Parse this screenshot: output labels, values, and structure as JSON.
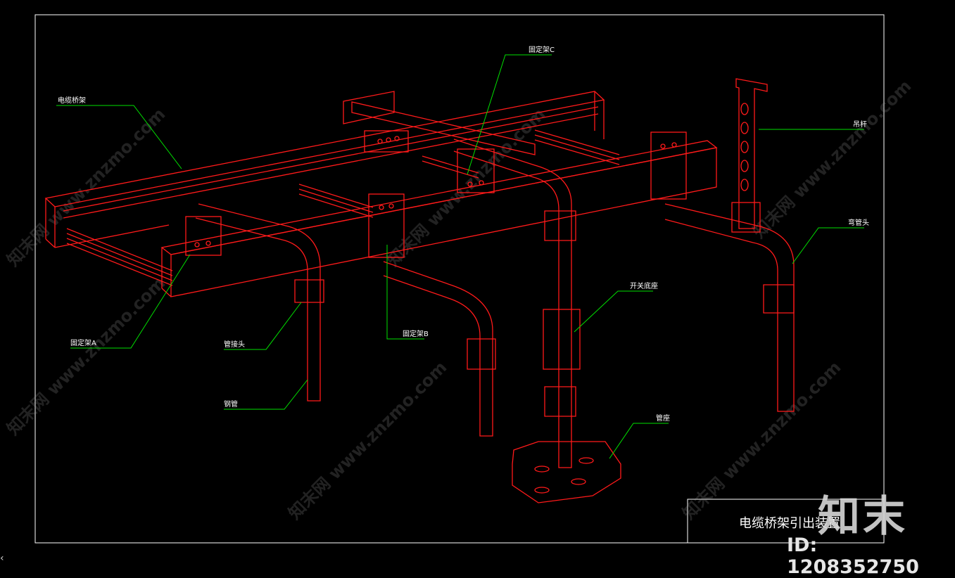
{
  "drawing": {
    "title": "电缆桥架引出装置",
    "labels": {
      "cable_tray": "电缆桥架",
      "fixing_c": "固定架C",
      "hanger_rod": "吊杆",
      "elbow": "弯管头",
      "switch_base": "开关底座",
      "fixing_a": "固定架A",
      "pipe_joint": "管接头",
      "fixing_b": "固定架B",
      "steel_pipe": "钢管",
      "pipe_seat": "管座"
    }
  },
  "watermark": {
    "site": "知末网 www.znzmo.com",
    "logo": "知末",
    "id": "ID: 1208352750"
  },
  "colors": {
    "background": "#000000",
    "drawing_lines": "#ff1a1a",
    "leader_lines": "#00e000",
    "frame": "#ffffff",
    "text": "#ffffff"
  }
}
